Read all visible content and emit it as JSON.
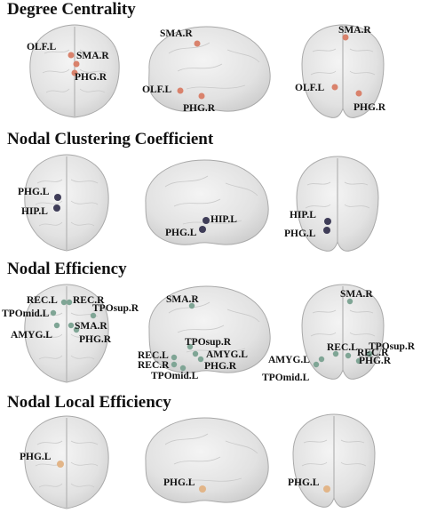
{
  "colors": {
    "degree_centrality": "#d9826c",
    "clustering_coefficient": "#3f3d58",
    "nodal_efficiency": "#7fa595",
    "local_efficiency": "#e2b588"
  },
  "panels": [
    {
      "title": "Degree Centrality",
      "views": [
        [
          "OLF.L",
          "SMA.R",
          "PHG.R"
        ],
        [
          "SMA.R",
          "OLF.L",
          "PHG.R"
        ],
        [
          "SMA.R",
          "OLF.L",
          "PHG.R"
        ]
      ]
    },
    {
      "title": "Nodal Clustering Coefficient",
      "views": [
        [
          "PHG.L",
          "HIP.L"
        ],
        [
          "HIP.L",
          "PHG.L"
        ],
        [
          "HIP.L",
          "PHG.L"
        ]
      ]
    },
    {
      "title": "Nodal Efficiency",
      "views": [
        [
          "REC.L",
          "REC.R",
          "TPOmid.L",
          "TPOsup.R",
          "AMYG.L",
          "SMA.R",
          "PHG.R"
        ],
        [
          "SMA.R",
          "TPOsup.R",
          "AMYG.L",
          "REC.L",
          "REC.R",
          "PHG.R",
          "TPOmid.L"
        ],
        [
          "SMA.R",
          "REC.L",
          "REC.R",
          "TPOsup.R",
          "AMYG.L",
          "PHG.R",
          "TPOmid.L"
        ]
      ]
    },
    {
      "title": "Nodal Local Efficiency",
      "views": [
        [
          "PHG.L"
        ],
        [
          "PHG.L"
        ],
        [
          "PHG.L"
        ]
      ]
    }
  ]
}
